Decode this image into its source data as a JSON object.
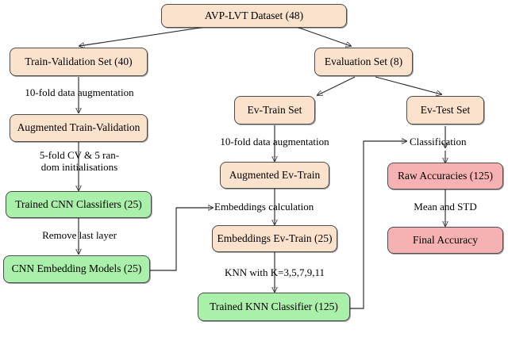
{
  "diagram": {
    "title": "AVP-LVT dataset training and evaluation pipeline",
    "colors": {
      "peach": "#fbe2cd",
      "green": "#aaf0aa",
      "pink": "#f6b2b2",
      "stroke": "#2b2b2b",
      "background": "#ffffff"
    },
    "nodes": [
      {
        "id": "dataset",
        "label": "AVP-LVT Dataset (48)",
        "color": "peach"
      },
      {
        "id": "train-val-set",
        "label": "Train-Validation Set (40)",
        "color": "peach"
      },
      {
        "id": "evaluation-set",
        "label": "Evaluation Set (8)",
        "color": "peach"
      },
      {
        "id": "augmented-train-val",
        "label": "Augmented Train-Validation",
        "color": "peach"
      },
      {
        "id": "ev-train-set",
        "label": "Ev-Train Set",
        "color": "peach"
      },
      {
        "id": "ev-test-set",
        "label": "Ev-Test Set",
        "color": "peach"
      },
      {
        "id": "trained-cnn",
        "label": "Trained CNN Classifiers (25)",
        "color": "green"
      },
      {
        "id": "augmented-ev-train",
        "label": "Augmented Ev-Train",
        "color": "peach"
      },
      {
        "id": "raw-accuracies",
        "label": "Raw Accuracies (125)",
        "color": "pink"
      },
      {
        "id": "cnn-embedding",
        "label": "CNN Embedding Models (25)",
        "color": "green"
      },
      {
        "id": "embeddings-ev-train",
        "label": "Embeddings Ev-Train (25)",
        "color": "peach"
      },
      {
        "id": "final-accuracy",
        "label": "Final Accuracy",
        "color": "pink"
      },
      {
        "id": "trained-knn",
        "label": "Trained KNN Classifier (125)",
        "color": "green"
      }
    ],
    "edge_labels": [
      {
        "id": "aug-left",
        "text": "10-fold data augmentation"
      },
      {
        "id": "cv-init",
        "text": "5-fold CV & 5 ran-\ndom initialisations"
      },
      {
        "id": "remove-layer",
        "text": "Remove last layer"
      },
      {
        "id": "aug-middle",
        "text": "10-fold data augmentation"
      },
      {
        "id": "embeddings",
        "text": "Embeddings calculation"
      },
      {
        "id": "knn-k",
        "text": "KNN with K=3,5,7,9,11"
      },
      {
        "id": "classification",
        "text": "Classification"
      },
      {
        "id": "mean-std",
        "text": "Mean and STD"
      }
    ]
  }
}
